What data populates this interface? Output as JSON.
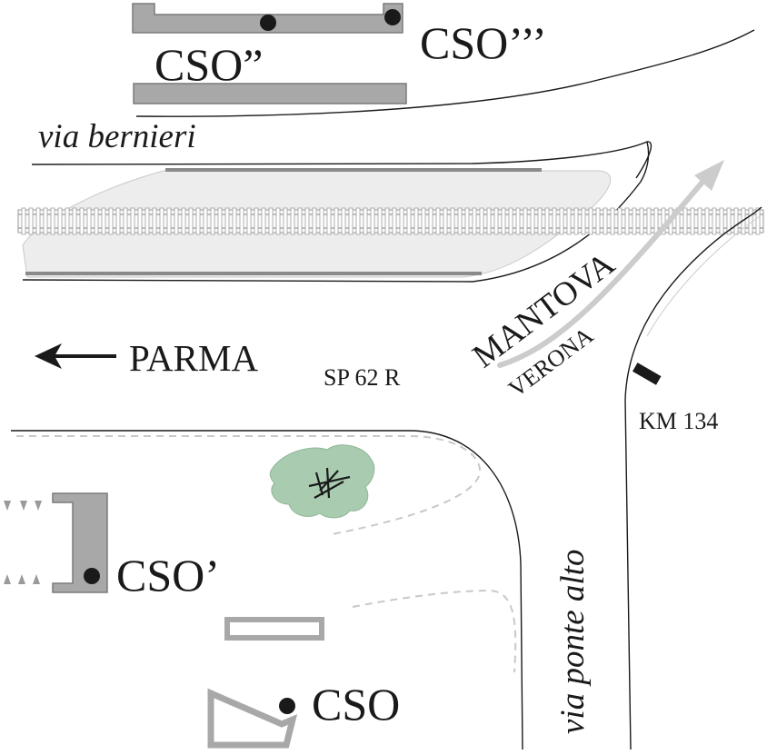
{
  "labels": {
    "cso_top_left": "CSO”",
    "cso_top_right": "CSO’’’",
    "street_top": "via bernieri",
    "dir_left": "PARMA",
    "road_code": "SP 62 R",
    "dir_mantova": "MANTOVA",
    "dir_verona": "VERONA",
    "km_marker": "KM 134",
    "street_right": "via ponte alto",
    "cso_left": "CSO’",
    "cso_bottom": "CSO"
  },
  "icons": {
    "left_arrow": "arrow-left-icon",
    "route_arrow": "arrow-up-right-icon",
    "tree": "tree-icon",
    "location_dot": "location-dot-icon",
    "km_marker": "km-marker-icon"
  },
  "colors": {
    "building": "#a8a8a8",
    "building_stroke": "#7a7a7a",
    "tree": "#a9cbb0",
    "platform": "#ededed",
    "dashed_path": "#c8c8c8",
    "road_line": "#1a1a1a"
  }
}
